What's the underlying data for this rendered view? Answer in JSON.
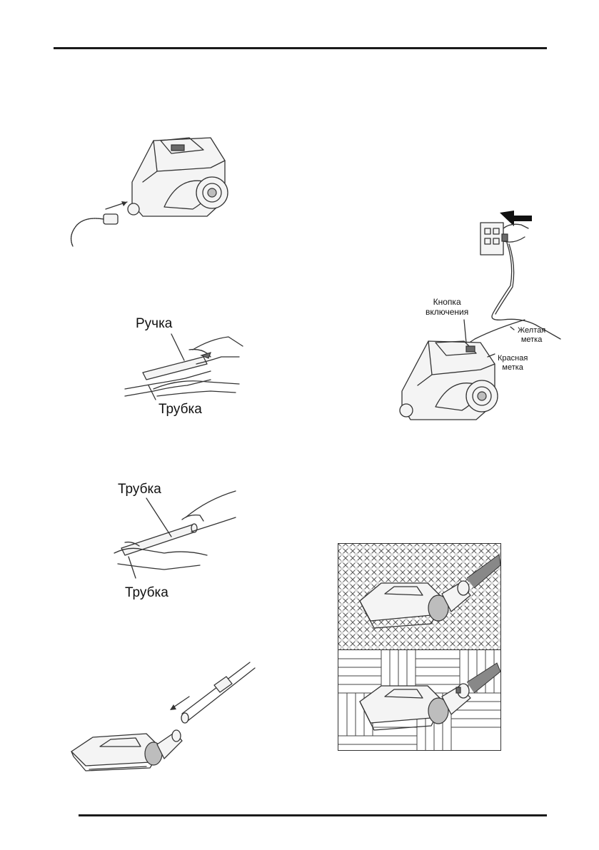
{
  "figures": {
    "hose_connect": {
      "icon": "hose-connection-illustration"
    },
    "handle_tube": {
      "handle_label": "Ручка",
      "tube_label": "Трубка"
    },
    "tube_tube": {
      "tube_top_label": "Трубка",
      "tube_bottom_label": "Трубка"
    },
    "brush_attach": {
      "icon": "floor-brush-attach-illustration"
    },
    "power_cord": {
      "power_button_label": "Кнопка\nвключения",
      "yellow_mark_label": "Желтая\nметка",
      "red_mark_label": "Красная\nметка"
    },
    "floor_modes": {
      "carpet_icon": "carpet-brush-illustration",
      "parquet_icon": "parquet-brush-illustration"
    }
  },
  "colors": {
    "rule": "#1a1a1a",
    "line_art": "#333333"
  }
}
